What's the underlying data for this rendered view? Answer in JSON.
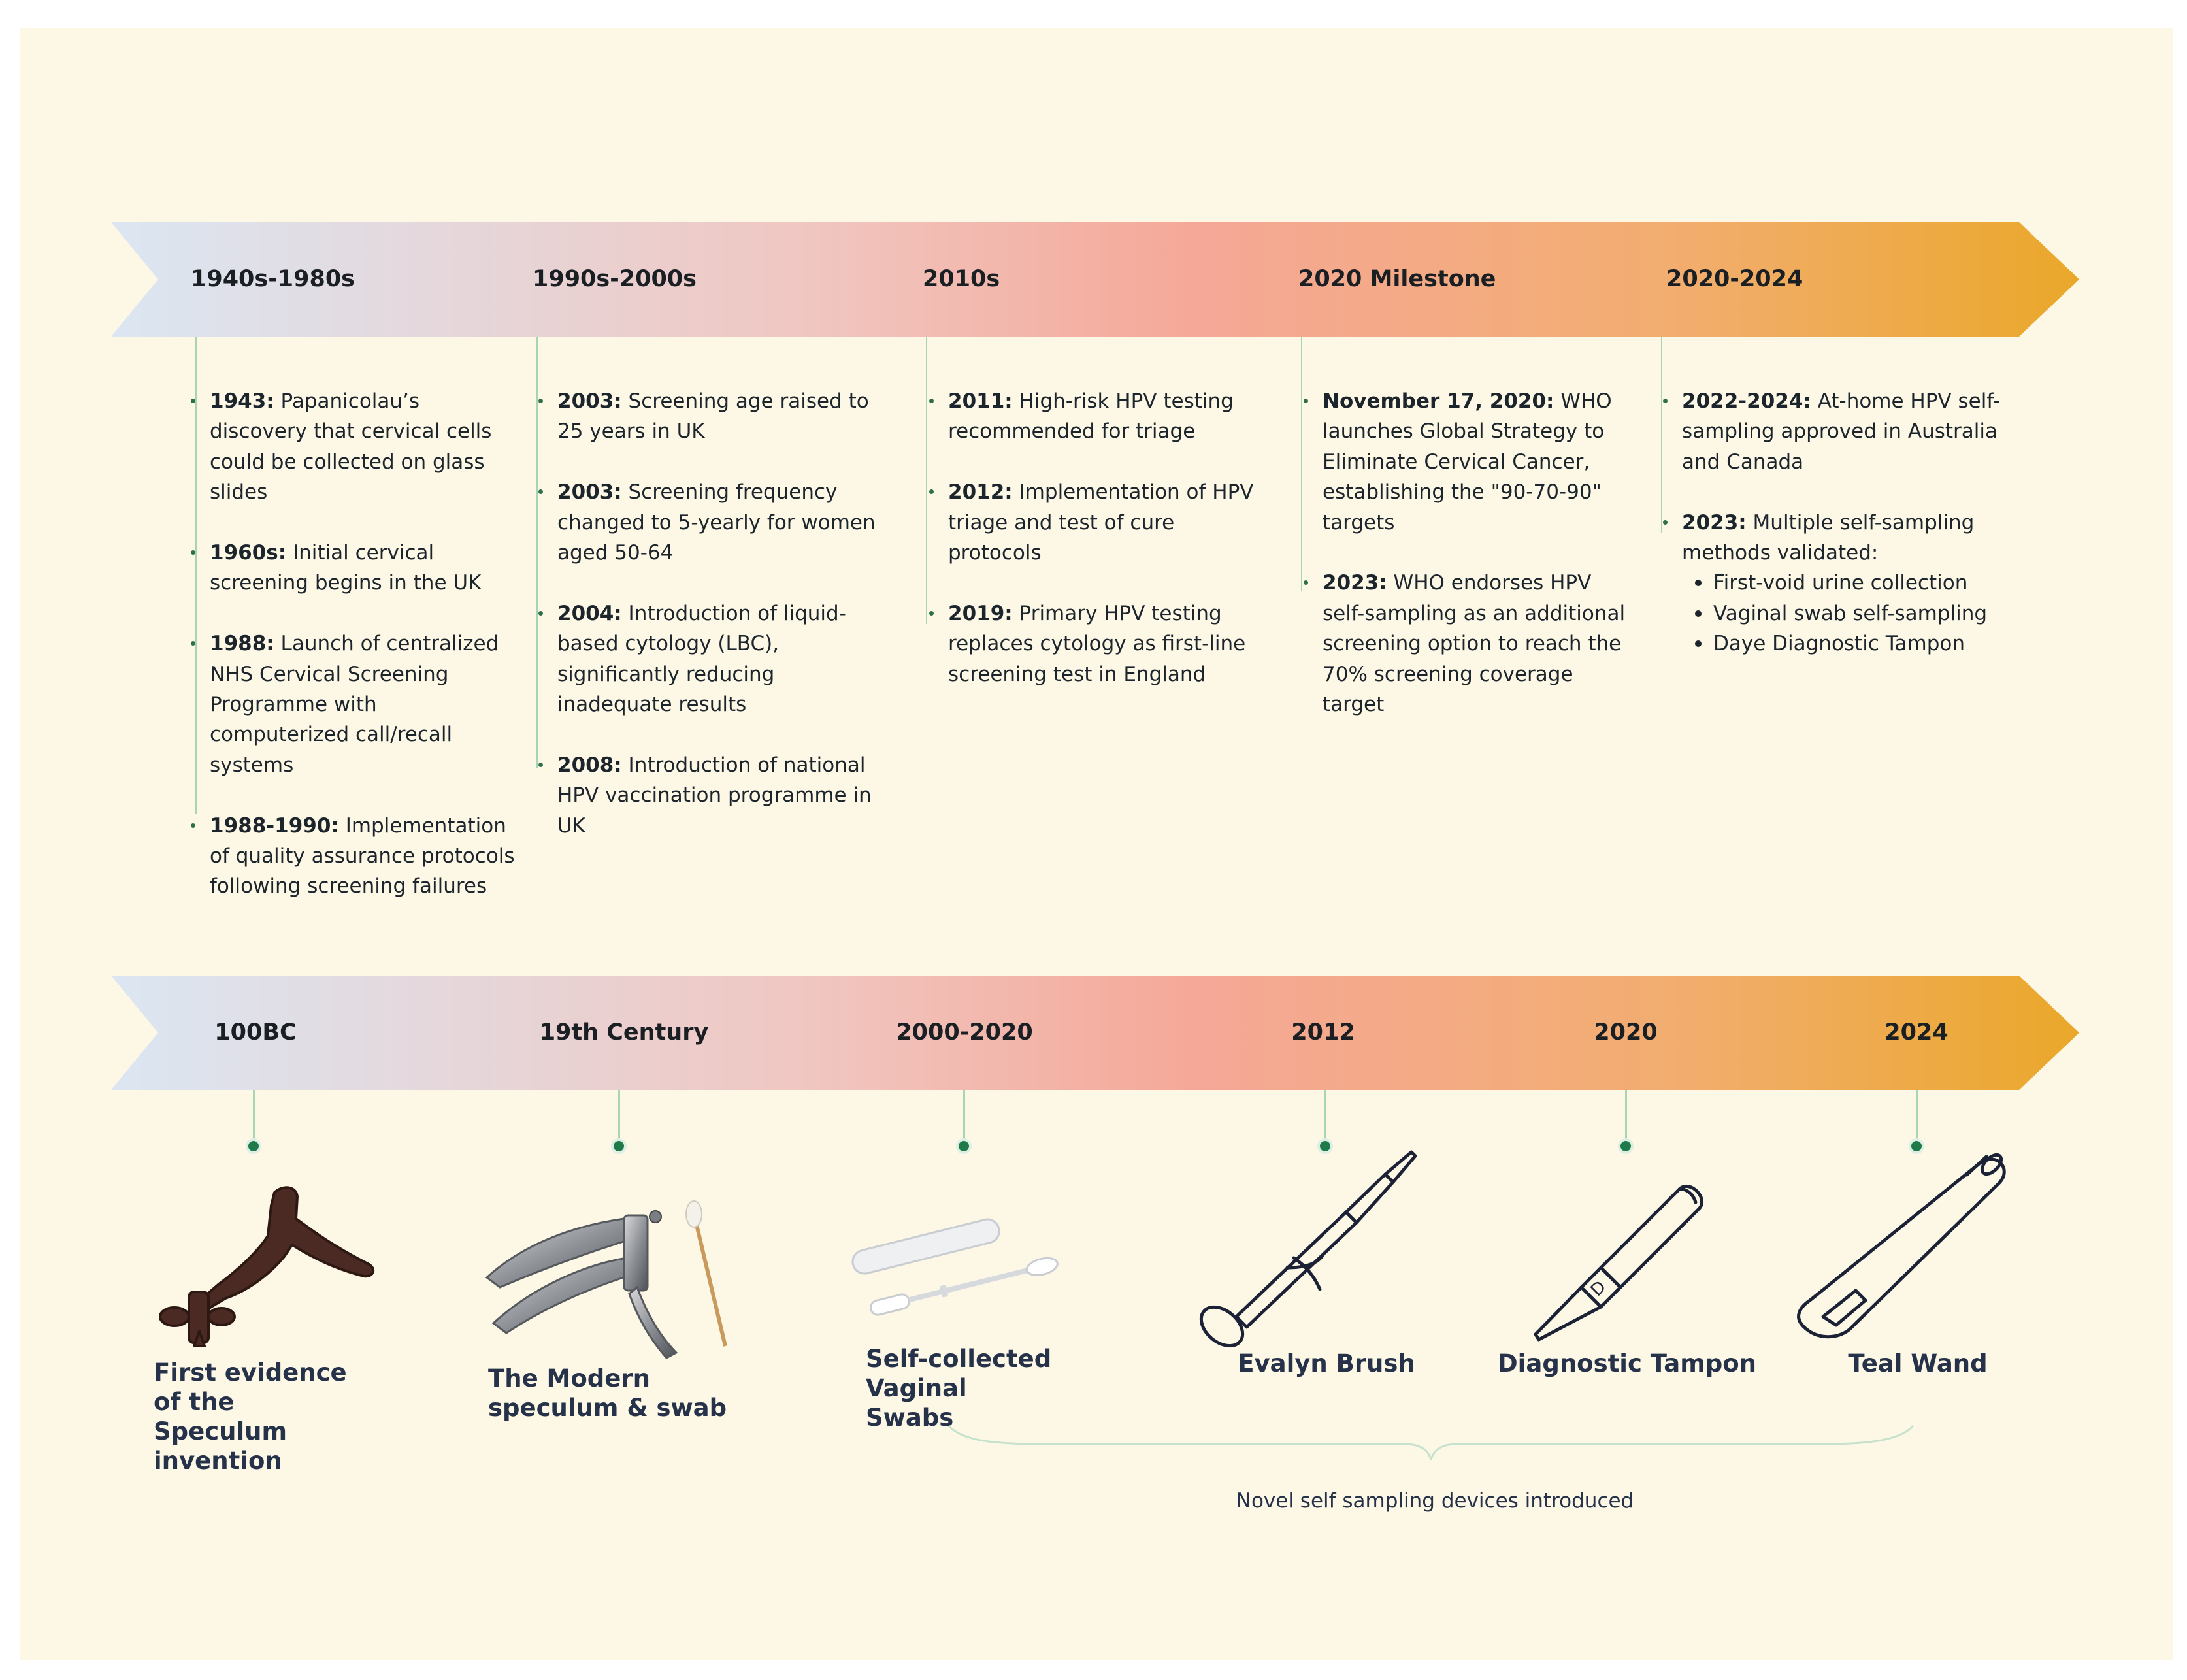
{
  "colors": {
    "panel_background": "#fdf8e6",
    "band_gradient": [
      "#dbe6f2",
      "#f0c7c2",
      "#f5a898",
      "#f2ad6e",
      "#eaa82a"
    ],
    "connector_line": "#a8d3b4",
    "connector_dot": "#1f7a4a",
    "device_label": "#26324a"
  },
  "timeline_top": {
    "eras": [
      {
        "label": "1940s-1980s",
        "events": [
          {
            "year": "1943:",
            "text": "Papanicolau’s discovery that cervical cells could be collected on glass slides"
          },
          {
            "year": "1960s:",
            "text": "Initial cervical screening begins in the UK"
          },
          {
            "year": "1988:",
            "text": "Launch of centralized NHS Cervical Screening Programme with computerized call/recall systems"
          },
          {
            "year": "1988-1990:",
            "text": "Implementation of quality assurance protocols following screening failures"
          }
        ]
      },
      {
        "label": "1990s-2000s",
        "events": [
          {
            "year": "2003:",
            "text": "Screening age raised to 25 years in UK"
          },
          {
            "year": "2003:",
            "text": "Screening frequency changed to 5-yearly for women aged 50-64"
          },
          {
            "year": "2004:",
            "text": "Introduction of liquid-based cytology (LBC), significantly reducing inadequate results"
          },
          {
            "year": "2008:",
            "text": "Introduction of national HPV vaccination programme in UK"
          }
        ]
      },
      {
        "label": "2010s",
        "events": [
          {
            "year": "2011:",
            "text": "High-risk HPV testing recommended for triage"
          },
          {
            "year": "2012:",
            "text": "Implementation of HPV triage and test of cure protocols"
          },
          {
            "year": "2019:",
            "text": "Primary HPV testing replaces cytology as first-line screening test in England"
          }
        ]
      },
      {
        "label": "2020 Milestone",
        "events": [
          {
            "year": "November 17, 2020:",
            "text": "WHO launches Global Strategy to Eliminate Cervical Cancer, establishing the \"90-70-90\" targets"
          },
          {
            "year": "2023:",
            "text": "WHO endorses HPV self-sampling as an additional screening option to reach the 70% screening coverage target"
          }
        ]
      },
      {
        "label": "2020-2024",
        "events": [
          {
            "year": "2022-2024:",
            "text": "At-home HPV self-sampling approved in Australia and Canada"
          },
          {
            "year": "2023:",
            "text": "Multiple self-sampling methods validated:",
            "subitems": [
              "First-void urine collection",
              "Vaginal swab self-sampling",
              "Daye Diagnostic Tampon"
            ]
          }
        ]
      }
    ]
  },
  "timeline_bottom": {
    "milestones": [
      {
        "year": "100BC",
        "device_icon": "ancient-speculum-icon",
        "label": "First evidence of the Speculum invention"
      },
      {
        "year": "19th Century",
        "device_icon": "modern-speculum-icon",
        "label": "The Modern speculum & swab"
      },
      {
        "year": "2000-2020",
        "device_icon": "vaginal-swab-icon",
        "label": "Self-collected Vaginal Swabs"
      },
      {
        "year": "2012",
        "device_icon": "evalyn-brush-icon",
        "label": "Evalyn Brush"
      },
      {
        "year": "2020",
        "device_icon": "diagnostic-tampon-icon",
        "label": "Diagnostic Tampon"
      },
      {
        "year": "2024",
        "device_icon": "teal-wand-icon",
        "label": "Teal Wand"
      }
    ],
    "brace_caption": "Novel self sampling devices introduced"
  }
}
